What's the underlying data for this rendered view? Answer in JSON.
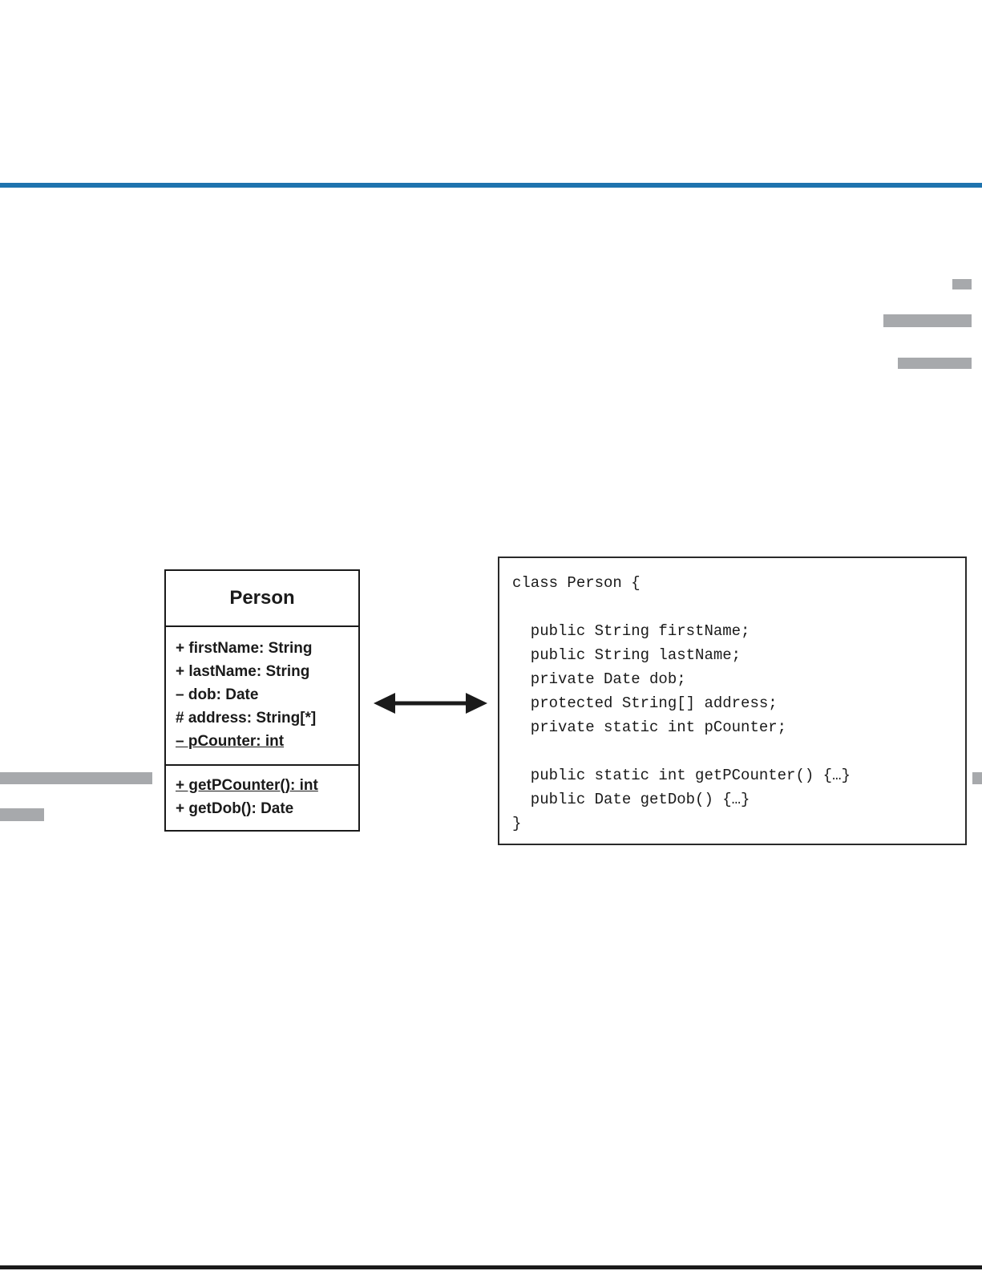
{
  "page": {
    "top_rule_color": "#1e73ae",
    "bottom_rule_color": "#1a1a1a",
    "redaction_color": "#a7a9ac"
  },
  "uml_class": {
    "title": "Person",
    "attributes": [
      "+ firstName: String",
      "+ lastName: String",
      "– dob: Date",
      "# address: String[*]",
      "– pCounter: int"
    ],
    "operations": [
      "+ getPCounter(): int",
      "+ getDob(): Date"
    ]
  },
  "code": {
    "lines": [
      "class Person {",
      "",
      "  public String firstName;",
      "  public String lastName;",
      "  private Date dob;",
      "  protected String[] address;",
      "  private static int pCounter;",
      "",
      "  public static int getPCounter() {…}",
      "  public Date getDob() {…}",
      "}"
    ]
  }
}
